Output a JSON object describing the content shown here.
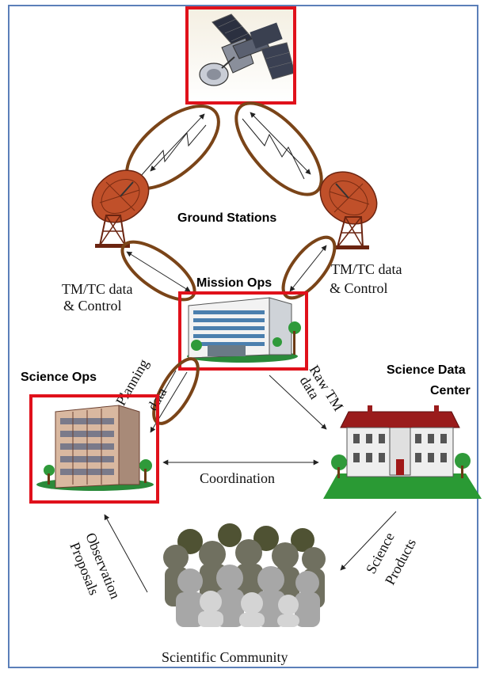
{
  "labels": {
    "ground_stations": "Ground Stations",
    "mission_ops": "Mission Ops",
    "tmtc_left_1": "TM/TC data",
    "tmtc_left_2": "& Control",
    "tmtc_right_1": "TM/TC data",
    "tmtc_right_2": "& Control",
    "science_ops": "Science Ops",
    "science_data_center_1": "Science Data",
    "science_data_center_2": "Center",
    "planning_1": "Planning",
    "planning_2": "data",
    "raw_tm_1": "Raw TM",
    "raw_tm_2": "data",
    "coordination": "Coordination",
    "observation_1": "Observation",
    "observation_2": "Proposals",
    "science_products_1": "Science",
    "science_products_2": "Products",
    "scientific_community": "Scientific Community"
  },
  "icons": {
    "satellite": "satellite-icon",
    "antenna_left": "radar-dish-icon",
    "antenna_right": "radar-dish-icon",
    "mission_ops_building": "office-building-icon",
    "science_ops_building": "tower-building-icon",
    "science_data_center_building": "mansion-icon",
    "community": "people-crowd-icon"
  },
  "colors": {
    "frame_border": "#5b7fb9",
    "highlight_box": "#e0111b",
    "link_ellipse": "#7a4418",
    "arrow": "#222222"
  }
}
